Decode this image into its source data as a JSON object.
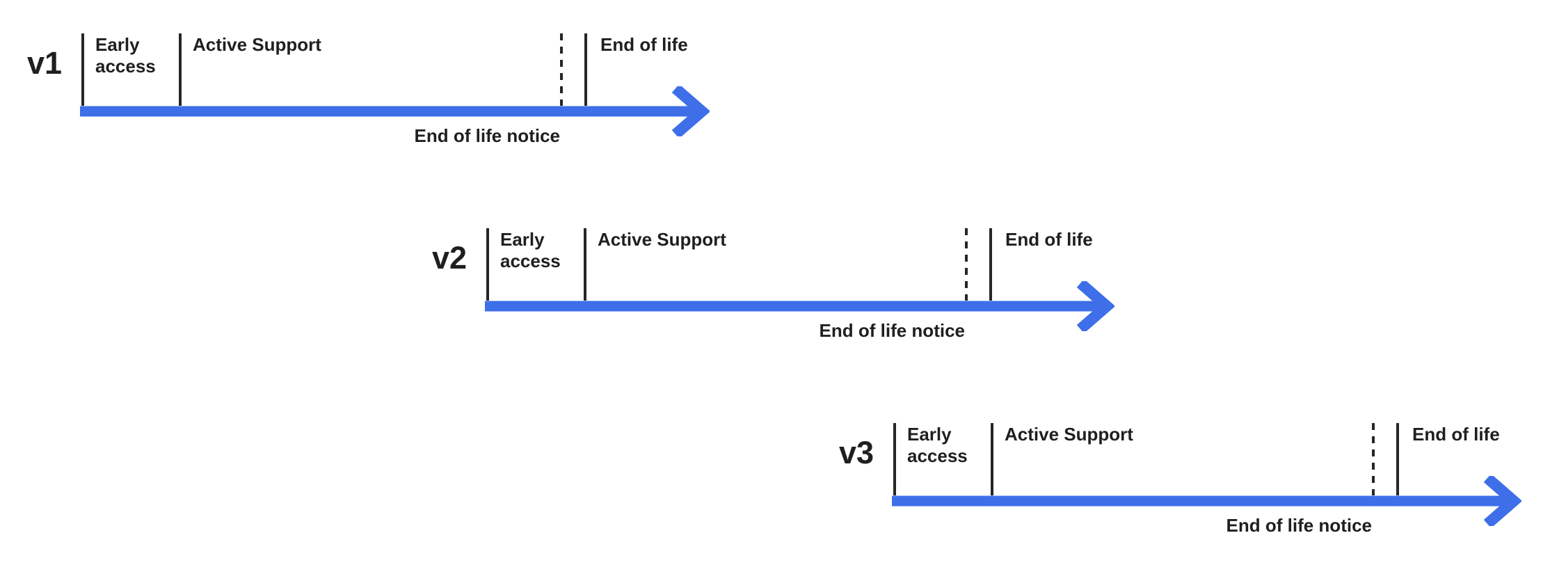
{
  "colors": {
    "arrow": "#3E6FE9",
    "text": "#1F1F1F",
    "tick": "#262626"
  },
  "icons": {
    "arrow": "right-arrow-icon"
  },
  "timelines": [
    {
      "version": "v1",
      "labels": {
        "early_access": "Early access",
        "active_support": "Active Support",
        "end_of_life": "End of life",
        "end_of_life_notice": "End of life notice"
      }
    },
    {
      "version": "v2",
      "labels": {
        "early_access": "Early access",
        "active_support": "Active Support",
        "end_of_life": "End of life",
        "end_of_life_notice": "End of life notice"
      }
    },
    {
      "version": "v3",
      "labels": {
        "early_access": "Early access",
        "active_support": "Active Support",
        "end_of_life": "End of life",
        "end_of_life_notice": "End of life notice"
      }
    }
  ]
}
